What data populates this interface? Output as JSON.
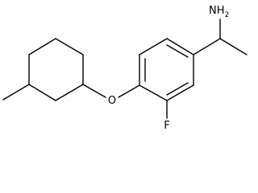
{
  "molecule": {
    "labels": {
      "amine_main": "NH",
      "amine_sub": "2",
      "oxygen": "O",
      "fluorine": "F"
    },
    "colors": {
      "bond": "#000000",
      "text": "#000000",
      "background": "#ffffff"
    }
  }
}
